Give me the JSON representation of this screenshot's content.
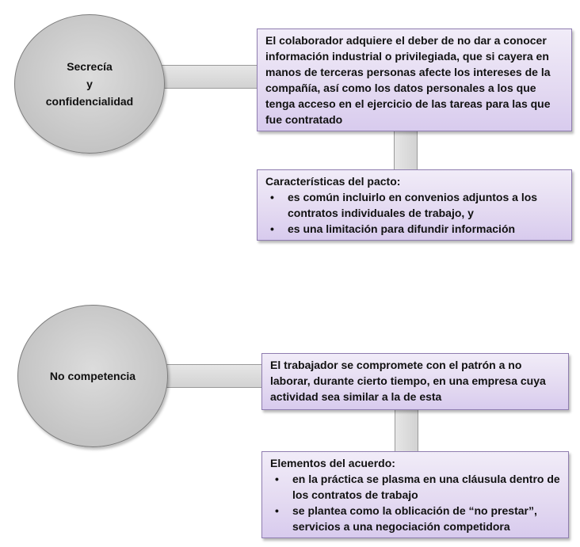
{
  "sections": [
    {
      "circle_label_lines": [
        "Secrecía",
        "y",
        "confidencialidad"
      ],
      "description": "El colaborador adquiere el deber de no dar a conocer información industrial o privilegiada, que si cayera en manos de terceras personas afecte los intereses de la compañía, así como los datos personales a los que tenga acceso en el ejercicio de las tareas para las que fue contratado",
      "details": {
        "heading": "Características del pacto:",
        "items": [
          "es común incluirlo en convenios adjuntos a los contratos individuales de trabajo, y",
          "es una limitación para difundir información"
        ]
      }
    },
    {
      "circle_label_lines": [
        "No competencia"
      ],
      "description": "El trabajador se compromete con el patrón a no laborar, durante cierto tiempo, en una empresa cuya actividad sea similar a la de esta",
      "details": {
        "heading": "Elementos del acuerdo:",
        "items": [
          "en la práctica se plasma en una cláusula dentro de los contratos de trabajo",
          "se plantea como la oblicación de “no prestar”, servicios a una negociación competidora"
        ]
      }
    }
  ],
  "colors": {
    "circle_fill": "#c9c9c9",
    "box_fill": "#e3d9f1",
    "box_border": "#8f7db0",
    "connector_fill": "#dcdcdc"
  }
}
